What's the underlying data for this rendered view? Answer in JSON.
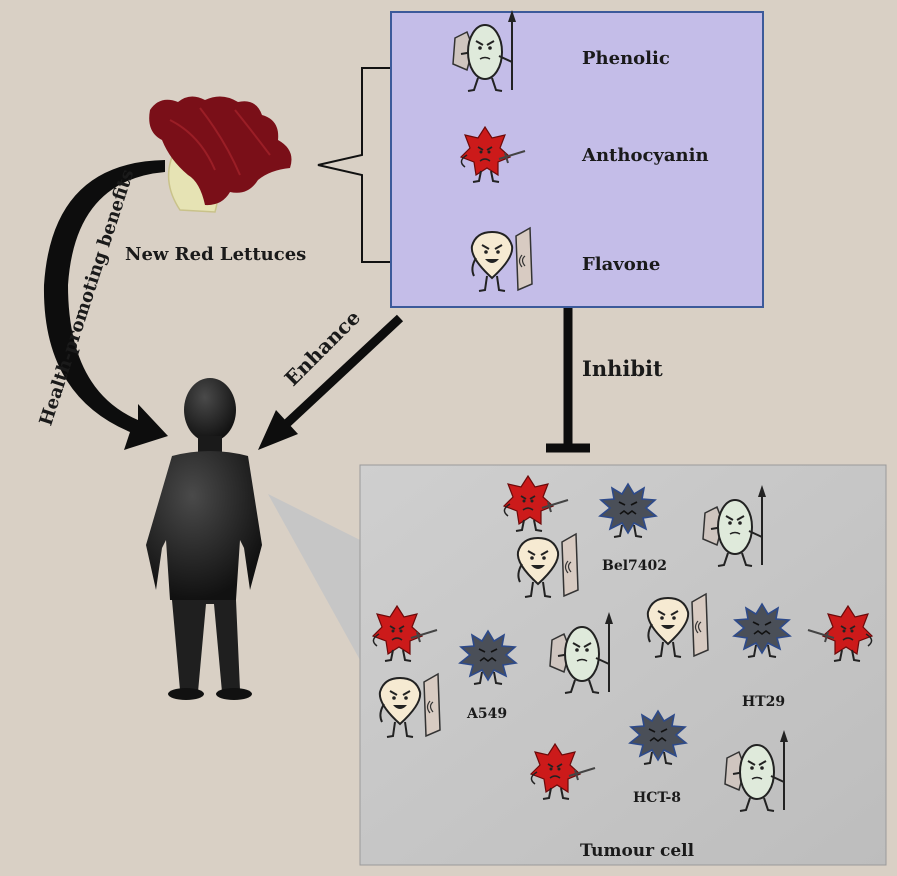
{
  "labels": {
    "lettuce": "New Red Lettuces",
    "health": "Health-promoting benefits",
    "enhance": "Enhance",
    "inhibit": "Inhibit",
    "tumour": "Tumour cell"
  },
  "compounds": [
    "Phenolic",
    "Anthocyanin",
    "Flavone"
  ],
  "cell_lines": [
    "Bel7402",
    "A549",
    "HT29",
    "HCT-8"
  ],
  "colors": {
    "background": "#d9d0c5",
    "compound_box": "#c4bde8",
    "tumour_box": "#c8c8c8",
    "lettuce": "#7a0f18",
    "anthocyanin": "#cc1a1a",
    "phenolic": "#dfeadb",
    "flavone": "#f6ead2",
    "tumour_cell": "#4a4f58"
  }
}
